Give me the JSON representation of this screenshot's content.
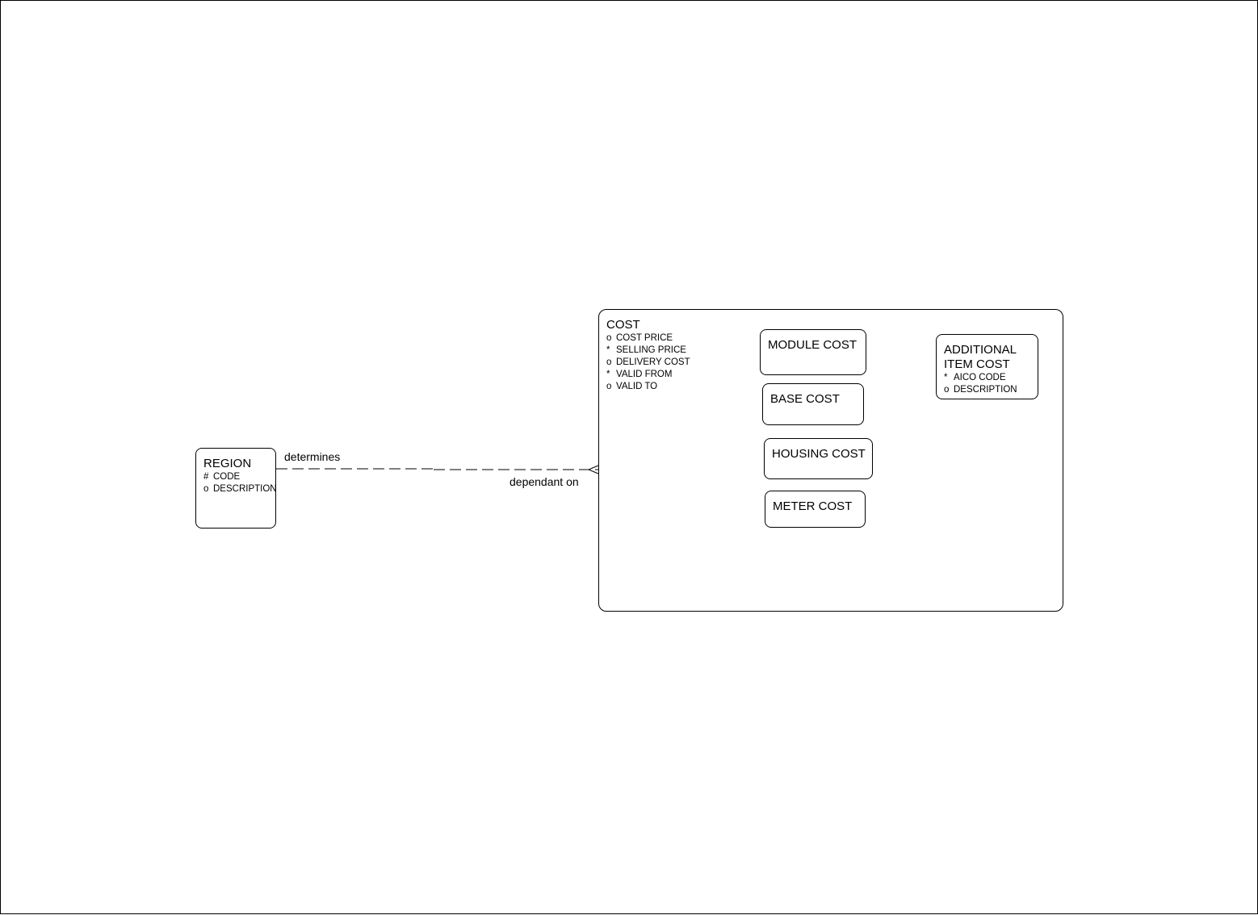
{
  "diagram": {
    "entities": {
      "region": {
        "name": "REGION",
        "attributes": [
          {
            "mark": "#",
            "name": "CODE"
          },
          {
            "mark": "o",
            "name": "DESCRIPTION"
          }
        ]
      },
      "cost": {
        "name": "COST",
        "attributes": [
          {
            "mark": "o",
            "name": "COST PRICE"
          },
          {
            "mark": "*",
            "name": "SELLING PRICE"
          },
          {
            "mark": "o",
            "name": "DELIVERY COST"
          },
          {
            "mark": "*",
            "name": "VALID FROM"
          },
          {
            "mark": "o",
            "name": "VALID TO"
          }
        ],
        "subtypes": {
          "module_cost": {
            "name": "MODULE COST"
          },
          "base_cost": {
            "name": "BASE COST"
          },
          "housing_cost": {
            "name": "HOUSING COST"
          },
          "meter_cost": {
            "name": "METER COST"
          },
          "additional_item_cost": {
            "name_line1": "ADDITIONAL",
            "name_line2": "ITEM COST",
            "attributes": [
              {
                "mark": "*",
                "name": "AICO CODE"
              },
              {
                "mark": "o",
                "name": "DESCRIPTION"
              }
            ]
          }
        }
      }
    },
    "relationship": {
      "from_label": "determines",
      "to_label": "dependant on"
    }
  }
}
